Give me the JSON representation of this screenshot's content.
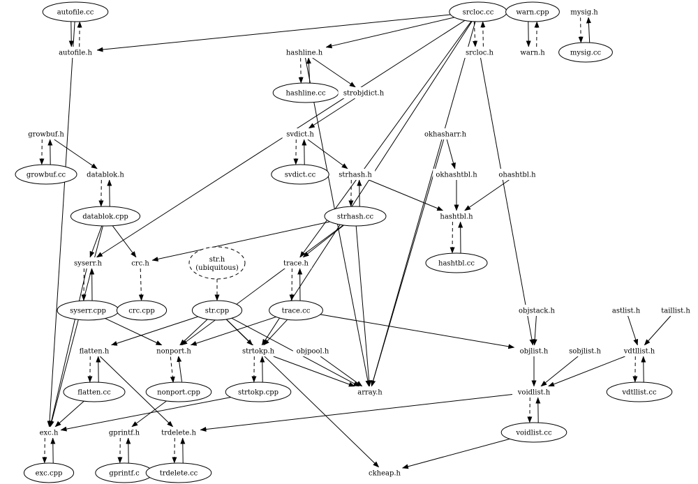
{
  "nodes": [
    {
      "id": "autofile_cc",
      "label": "autofile.cc",
      "shape": "ellipse"
    },
    {
      "id": "autofile_h",
      "label": "autofile.h",
      "shape": "plain"
    },
    {
      "id": "srcloc_cc",
      "label": "srcloc.cc",
      "shape": "ellipse"
    },
    {
      "id": "srcloc_h",
      "label": "srcloc.h",
      "shape": "plain"
    },
    {
      "id": "warn_cpp",
      "label": "warn.cpp",
      "shape": "ellipse"
    },
    {
      "id": "warn_h",
      "label": "warn.h",
      "shape": "plain"
    },
    {
      "id": "mysig_h",
      "label": "mysig.h",
      "shape": "plain"
    },
    {
      "id": "mysig_cc",
      "label": "mysig.cc",
      "shape": "ellipse"
    },
    {
      "id": "hashline_h",
      "label": "hashline.h",
      "shape": "plain"
    },
    {
      "id": "hashline_cc",
      "label": "hashline.cc",
      "shape": "ellipse"
    },
    {
      "id": "strobjdict_h",
      "label": "strobjdict.h",
      "shape": "plain"
    },
    {
      "id": "growbuf_h",
      "label": "growbuf.h",
      "shape": "plain"
    },
    {
      "id": "growbuf_cc",
      "label": "growbuf.cc",
      "shape": "ellipse"
    },
    {
      "id": "datablok_h",
      "label": "datablok.h",
      "shape": "plain"
    },
    {
      "id": "datablok_cpp",
      "label": "datablok.cpp",
      "shape": "ellipse"
    },
    {
      "id": "svdict_h",
      "label": "svdict.h",
      "shape": "plain"
    },
    {
      "id": "svdict_cc",
      "label": "svdict.cc",
      "shape": "ellipse"
    },
    {
      "id": "strhash_h",
      "label": "strhash.h",
      "shape": "plain"
    },
    {
      "id": "strhash_cc",
      "label": "strhash.cc",
      "shape": "ellipse"
    },
    {
      "id": "okhasharr_h",
      "label": "okhasharr.h",
      "shape": "plain"
    },
    {
      "id": "okhashtbl_h",
      "label": "okhashtbl.h",
      "shape": "plain"
    },
    {
      "id": "ohashtbl_h",
      "label": "ohashtbl.h",
      "shape": "plain"
    },
    {
      "id": "hashtbl_h",
      "label": "hashtbl.h",
      "shape": "plain"
    },
    {
      "id": "hashtbl_cc",
      "label": "hashtbl.cc",
      "shape": "ellipse"
    },
    {
      "id": "syserr_h",
      "label": "syserr.h",
      "shape": "plain"
    },
    {
      "id": "syserr_cpp",
      "label": "syserr.cpp",
      "shape": "ellipse"
    },
    {
      "id": "crc_h",
      "label": "crc.h",
      "shape": "plain"
    },
    {
      "id": "crc_cpp",
      "label": "crc.cpp",
      "shape": "ellipse"
    },
    {
      "id": "str_h",
      "label": "str.h",
      "label2": "(ubiquitous)",
      "shape": "ellipse-dashed"
    },
    {
      "id": "str_cpp",
      "label": "str.cpp",
      "shape": "ellipse"
    },
    {
      "id": "trace_h",
      "label": "trace.h",
      "shape": "plain"
    },
    {
      "id": "trace_cc",
      "label": "trace.cc",
      "shape": "ellipse"
    },
    {
      "id": "objstack_h",
      "label": "objstack.h",
      "shape": "plain"
    },
    {
      "id": "astlist_h",
      "label": "astlist.h",
      "shape": "plain"
    },
    {
      "id": "taillist_h",
      "label": "taillist.h",
      "shape": "plain"
    },
    {
      "id": "flatten_h",
      "label": "flatten.h",
      "shape": "plain"
    },
    {
      "id": "flatten_cc",
      "label": "flatten.cc",
      "shape": "ellipse"
    },
    {
      "id": "nonport_h",
      "label": "nonport.h",
      "shape": "plain"
    },
    {
      "id": "nonport_cpp",
      "label": "nonport.cpp",
      "shape": "ellipse"
    },
    {
      "id": "strtokp_h",
      "label": "strtokp.h",
      "shape": "plain"
    },
    {
      "id": "strtokp_cpp",
      "label": "strtokp.cpp",
      "shape": "ellipse"
    },
    {
      "id": "objpool_h",
      "label": "objpool.h",
      "shape": "plain"
    },
    {
      "id": "array_h",
      "label": "array.h",
      "shape": "plain"
    },
    {
      "id": "objlist_h",
      "label": "objlist.h",
      "shape": "plain"
    },
    {
      "id": "sobjlist_h",
      "label": "sobjlist.h",
      "shape": "plain"
    },
    {
      "id": "vdtllist_h",
      "label": "vdtllist.h",
      "shape": "plain"
    },
    {
      "id": "vdtllist_cc",
      "label": "vdtllist.cc",
      "shape": "ellipse"
    },
    {
      "id": "voidlist_h",
      "label": "voidlist.h",
      "shape": "plain"
    },
    {
      "id": "voidlist_cc",
      "label": "voidlist.cc",
      "shape": "ellipse"
    },
    {
      "id": "exc_h",
      "label": "exc.h",
      "shape": "plain"
    },
    {
      "id": "exc_cpp",
      "label": "exc.cpp",
      "shape": "ellipse"
    },
    {
      "id": "gprintf_h",
      "label": "gprintf.h",
      "shape": "plain"
    },
    {
      "id": "gprintf_c",
      "label": "gprintf.c",
      "shape": "ellipse"
    },
    {
      "id": "trdelete_h",
      "label": "trdelete.h",
      "shape": "plain"
    },
    {
      "id": "trdelete_cc",
      "label": "trdelete.cc",
      "shape": "ellipse"
    },
    {
      "id": "ckheap_h",
      "label": "ckheap.h",
      "shape": "plain"
    }
  ],
  "edges": [
    {
      "from": "autofile_cc",
      "to": "autofile_h",
      "style": "solid"
    },
    {
      "from": "autofile_h",
      "to": "autofile_cc",
      "style": "dashed"
    },
    {
      "from": "autofile_cc",
      "to": "exc_h",
      "style": "solid"
    },
    {
      "from": "srcloc_cc",
      "to": "autofile_h",
      "style": "solid"
    },
    {
      "from": "srcloc_cc",
      "to": "srcloc_h",
      "style": "dashed"
    },
    {
      "from": "srcloc_h",
      "to": "srcloc_cc",
      "style": "dashed"
    },
    {
      "from": "srcloc_cc",
      "to": "hashline_h",
      "style": "solid"
    },
    {
      "from": "srcloc_cc",
      "to": "syserr_h",
      "style": "solid"
    },
    {
      "from": "srcloc_cc",
      "to": "trace_h",
      "style": "solid"
    },
    {
      "from": "srcloc_cc",
      "to": "strtokp_h",
      "style": "solid"
    },
    {
      "from": "srcloc_cc",
      "to": "array_h",
      "style": "solid"
    },
    {
      "from": "srcloc_h",
      "to": "objlist_h",
      "style": "solid"
    },
    {
      "from": "warn_cpp",
      "to": "warn_h",
      "style": "solid"
    },
    {
      "from": "warn_h",
      "to": "warn_cpp",
      "style": "dashed"
    },
    {
      "from": "mysig_h",
      "to": "mysig_cc",
      "style": "dashed"
    },
    {
      "from": "mysig_cc",
      "to": "mysig_h",
      "style": "solid"
    },
    {
      "from": "hashline_h",
      "to": "hashline_cc",
      "style": "dashed"
    },
    {
      "from": "hashline_cc",
      "to": "hashline_h",
      "style": "solid"
    },
    {
      "from": "hashline_h",
      "to": "strobjdict_h",
      "style": "solid"
    },
    {
      "from": "hashline_h",
      "to": "array_h",
      "style": "solid"
    },
    {
      "from": "strobjdict_h",
      "to": "svdict_h",
      "style": "solid"
    },
    {
      "from": "growbuf_h",
      "to": "growbuf_cc",
      "style": "dashed"
    },
    {
      "from": "growbuf_cc",
      "to": "growbuf_h",
      "style": "solid"
    },
    {
      "from": "growbuf_h",
      "to": "datablok_h",
      "style": "solid"
    },
    {
      "from": "datablok_h",
      "to": "datablok_cpp",
      "style": "dashed"
    },
    {
      "from": "datablok_cpp",
      "to": "datablok_h",
      "style": "solid"
    },
    {
      "from": "datablok_cpp",
      "to": "syserr_h",
      "style": "solid"
    },
    {
      "from": "datablok_cpp",
      "to": "crc_h",
      "style": "solid"
    },
    {
      "from": "datablok_cpp",
      "to": "exc_h",
      "style": "solid"
    },
    {
      "from": "svdict_h",
      "to": "svdict_cc",
      "style": "dashed"
    },
    {
      "from": "svdict_cc",
      "to": "svdict_h",
      "style": "solid"
    },
    {
      "from": "svdict_h",
      "to": "strhash_h",
      "style": "solid"
    },
    {
      "from": "strhash_h",
      "to": "strhash_cc",
      "style": "dashed"
    },
    {
      "from": "strhash_cc",
      "to": "strhash_h",
      "style": "solid"
    },
    {
      "from": "strhash_h",
      "to": "hashtbl_h",
      "style": "solid"
    },
    {
      "from": "strhash_cc",
      "to": "crc_h",
      "style": "solid"
    },
    {
      "from": "strhash_cc",
      "to": "trace_h",
      "style": "solid"
    },
    {
      "from": "strhash_cc",
      "to": "nonport_h",
      "style": "solid"
    },
    {
      "from": "strhash_cc",
      "to": "array_h",
      "style": "solid"
    },
    {
      "from": "okhasharr_h",
      "to": "okhashtbl_h",
      "style": "solid"
    },
    {
      "from": "okhasharr_h",
      "to": "array_h",
      "style": "solid"
    },
    {
      "from": "okhashtbl_h",
      "to": "hashtbl_h",
      "style": "solid"
    },
    {
      "from": "ohashtbl_h",
      "to": "hashtbl_h",
      "style": "solid"
    },
    {
      "from": "hashtbl_h",
      "to": "hashtbl_cc",
      "style": "dashed"
    },
    {
      "from": "hashtbl_cc",
      "to": "hashtbl_h",
      "style": "solid"
    },
    {
      "from": "syserr_h",
      "to": "syserr_cpp",
      "style": "dashed"
    },
    {
      "from": "syserr_cpp",
      "to": "syserr_h",
      "style": "solid"
    },
    {
      "from": "syserr_h",
      "to": "exc_h",
      "style": "solid"
    },
    {
      "from": "syserr_cpp",
      "to": "nonport_h",
      "style": "solid"
    },
    {
      "from": "crc_h",
      "to": "crc_cpp",
      "style": "dashed"
    },
    {
      "from": "str_h",
      "to": "str_cpp",
      "style": "dashed"
    },
    {
      "from": "str_cpp",
      "to": "flatten_h",
      "style": "solid"
    },
    {
      "from": "str_cpp",
      "to": "nonport_h",
      "style": "solid"
    },
    {
      "from": "str_cpp",
      "to": "strtokp_h",
      "style": "solid"
    },
    {
      "from": "str_cpp",
      "to": "array_h",
      "style": "solid"
    },
    {
      "from": "str_cpp",
      "to": "ckheap_h",
      "style": "solid"
    },
    {
      "from": "trace_h",
      "to": "trace_cc",
      "style": "dashed"
    },
    {
      "from": "trace_cc",
      "to": "trace_h",
      "style": "solid"
    },
    {
      "from": "trace_cc",
      "to": "nonport_h",
      "style": "solid"
    },
    {
      "from": "trace_cc",
      "to": "strtokp_h",
      "style": "solid"
    },
    {
      "from": "trace_cc",
      "to": "objlist_h",
      "style": "solid"
    },
    {
      "from": "objstack_h",
      "to": "objlist_h",
      "style": "solid"
    },
    {
      "from": "astlist_h",
      "to": "vdtllist_h",
      "style": "solid"
    },
    {
      "from": "taillist_h",
      "to": "vdtllist_h",
      "style": "solid"
    },
    {
      "from": "flatten_h",
      "to": "flatten_cc",
      "style": "dashed"
    },
    {
      "from": "flatten_cc",
      "to": "flatten_h",
      "style": "solid"
    },
    {
      "from": "flatten_h",
      "to": "trdelete_h",
      "style": "solid"
    },
    {
      "from": "flatten_cc",
      "to": "exc_h",
      "style": "solid"
    },
    {
      "from": "nonport_h",
      "to": "nonport_cpp",
      "style": "dashed"
    },
    {
      "from": "nonport_cpp",
      "to": "nonport_h",
      "style": "solid"
    },
    {
      "from": "nonport_cpp",
      "to": "gprintf_h",
      "style": "solid"
    },
    {
      "from": "strtokp_h",
      "to": "strtokp_cpp",
      "style": "dashed"
    },
    {
      "from": "strtokp_cpp",
      "to": "strtokp_h",
      "style": "solid"
    },
    {
      "from": "strtokp_h",
      "to": "array_h",
      "style": "solid"
    },
    {
      "from": "strtokp_cpp",
      "to": "exc_h",
      "style": "solid"
    },
    {
      "from": "objpool_h",
      "to": "array_h",
      "style": "solid"
    },
    {
      "from": "objlist_h",
      "to": "voidlist_h",
      "style": "solid"
    },
    {
      "from": "sobjlist_h",
      "to": "voidlist_h",
      "style": "solid"
    },
    {
      "from": "vdtllist_h",
      "to": "voidlist_h",
      "style": "solid"
    },
    {
      "from": "vdtllist_h",
      "to": "vdtllist_cc",
      "style": "dashed"
    },
    {
      "from": "vdtllist_cc",
      "to": "vdtllist_h",
      "style": "solid"
    },
    {
      "from": "voidlist_h",
      "to": "voidlist_cc",
      "style": "dashed"
    },
    {
      "from": "voidlist_cc",
      "to": "voidlist_h",
      "style": "solid"
    },
    {
      "from": "voidlist_h",
      "to": "trdelete_h",
      "style": "solid"
    },
    {
      "from": "voidlist_cc",
      "to": "ckheap_h",
      "style": "solid"
    },
    {
      "from": "exc_h",
      "to": "exc_cpp",
      "style": "dashed"
    },
    {
      "from": "exc_cpp",
      "to": "exc_h",
      "style": "solid"
    },
    {
      "from": "gprintf_h",
      "to": "gprintf_c",
      "style": "dashed"
    },
    {
      "from": "gprintf_c",
      "to": "gprintf_h",
      "style": "solid"
    },
    {
      "from": "trdelete_h",
      "to": "trdelete_cc",
      "style": "dashed"
    },
    {
      "from": "trdelete_cc",
      "to": "trdelete_h",
      "style": "solid"
    }
  ]
}
